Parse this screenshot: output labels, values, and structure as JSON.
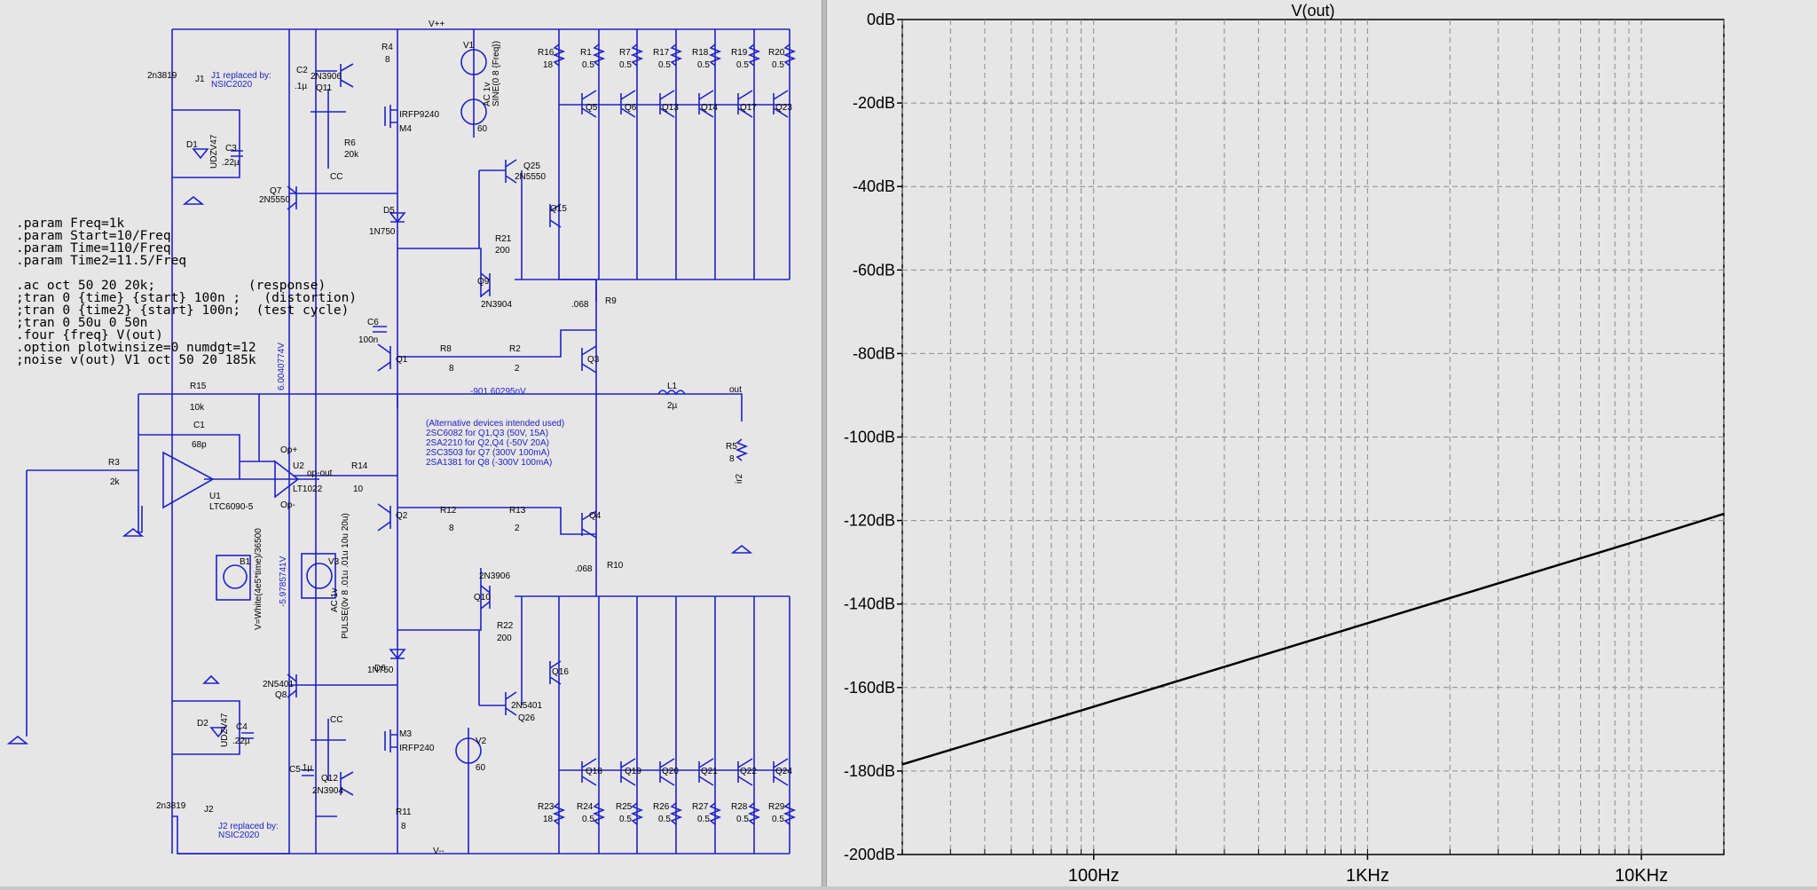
{
  "schematic": {
    "directives": [
      ".param Freq=1k",
      ".param Start=10/Freq",
      ".param Time=110/Freq",
      ".param Time2=11.5/Freq",
      "",
      ".ac oct 50 20 20k;            (response)",
      ";tran 0 {time} {start} 100n ;   (distortion)",
      ";tran 0 {time2} {start} 100n;  (test cycle)",
      ";tran 0 50u 0 50n",
      ".four {freq} V(out)",
      ".option plotwinsize=0 numdgt=12",
      ";noise v(out) V1 oct 50 20 185k"
    ],
    "nets": {
      "vpp": "V++",
      "vmm": "V--",
      "out": "out",
      "opout": "op-out",
      "cc_top": "CC",
      "cc_bot": "CC",
      "op_pos": "Op+",
      "op_neg": "Op-"
    },
    "voltages": {
      "v1": "6.0040774V",
      "v2": "-5.9785741V",
      "v3": "-901.60295nV"
    },
    "alt_note": [
      "(Alternative devices intended used)",
      "2SC6082 for Q1,Q3  (50V,  15A)",
      "2SA2210 for Q2,Q4 (-50V  20A)",
      "2SC3503 for Q7       (300V 100mA)",
      "2SA1381 for Q8      (-300V 100mA)"
    ],
    "j1_note": [
      "J1 replaced by:",
      "NSIC2020"
    ],
    "j2_note": [
      "J2 replaced by:",
      "NSIC2020"
    ],
    "labels": {
      "q_top": [
        "Q5",
        "Q6",
        "Q13",
        "Q14",
        "Q17",
        "Q23"
      ],
      "q_bot": [
        "Q18",
        "Q19",
        "Q20",
        "Q21",
        "Q22",
        "Q24"
      ],
      "r_top": [
        [
          "R16",
          "18"
        ],
        [
          "R1",
          "0.5"
        ],
        [
          "R7",
          "0.5"
        ],
        [
          "R17",
          "0.5"
        ],
        [
          "R18",
          "0.5"
        ],
        [
          "R19",
          "0.5"
        ],
        [
          "R20",
          "0.5"
        ]
      ],
      "r_bot": [
        [
          "R23",
          "18"
        ],
        [
          "R24",
          "0.5"
        ],
        [
          "R25",
          "0.5"
        ],
        [
          "R26",
          "0.5"
        ],
        [
          "R27",
          "0.5"
        ],
        [
          "R28",
          "0.5"
        ],
        [
          "R29",
          "0.5"
        ]
      ],
      "j1": "J1",
      "j1_part": "2n3819",
      "j2": "J2",
      "j2_part": "2n3819",
      "d1": "D1",
      "d1_part": "UDZV47",
      "c3": "C3",
      "c3_val": ".22µ",
      "d2": "D2",
      "d2_part": "UDZV47",
      "c4": "C4",
      "c4_val": ".22µ",
      "c2": "C2",
      "c2_val": ".1µ",
      "q11": "Q11",
      "q11_part": "2N3906",
      "r4": "R4",
      "r4_val": "8",
      "m4": "M4",
      "m4_part": "IRFP9240",
      "r6": "R6",
      "r6_val": "20k",
      "q7": "Q7",
      "q7_part": "2N5550",
      "d5": "D5",
      "d5_part": "1N750",
      "d6": "D6",
      "d6_part": "1N750",
      "v1": "V1",
      "v1_ac": "AC 1v",
      "v1_sine": "SINE(0 8 {Freq})",
      "v_mid": "60",
      "v2": "V2",
      "v2_val": "60",
      "q25": "Q25",
      "q25_part": "2N5550",
      "q15": "Q15",
      "r21": "R21",
      "r21_val": "200",
      "q9": "Q9",
      "q9_part": "2N3904",
      "r9": "R9",
      "r9_val": ".068",
      "r10": "R10",
      "r10_val": ".068",
      "c6": "C6",
      "c6_val": "100n",
      "q1": "Q1",
      "q2": "Q2",
      "q3": "Q3",
      "q4": "Q4",
      "r8": "R8",
      "r8_val": "8",
      "r2": "R2",
      "r2_val": "2",
      "r12": "R12",
      "r12_val": "8",
      "r13": "R13",
      "r13_val": "2",
      "l1": "L1",
      "l1_val": "2µ",
      "r5": "R5",
      "r5_val": "8",
      "r5_extra": "ir2",
      "r15": "R15",
      "r15_val": "10k",
      "c1": "C1",
      "c1_val": "68p",
      "r3": "R3",
      "r3_val": "2k",
      "u1": "U1",
      "u1_part": "LTC6090-5",
      "u2": "U2",
      "u2_part": "LT1022",
      "r14": "R14",
      "r14_val": "10",
      "b1": "B1",
      "b1_expr": "V=White(4e5*time)/36500",
      "v3": "V3",
      "v3_ac": "AC 1v",
      "v3_pulse": "PULSE(0v 8 .01u .01u 10u 20u)",
      "q10": "Q10",
      "q10_part": "2N3906",
      "r22": "R22",
      "r22_val": "200",
      "q16": "Q16",
      "q26": "Q26",
      "q26_part": "2N5401",
      "q8": "Q8",
      "q8_part": "2N5401",
      "m3": "M3",
      "m3_part": "IRFP240",
      "c5": "C5",
      "c5_val": ".1µ",
      "q12": "Q12",
      "q12_part": "2N3904",
      "r11": "R11",
      "r11_val": "8"
    }
  },
  "plot": {
    "title": "V(out)",
    "y_ticks": [
      "0dB",
      "-20dB",
      "-40dB",
      "-60dB",
      "-80dB",
      "-100dB",
      "-120dB",
      "-140dB",
      "-160dB",
      "-180dB",
      "-200dB"
    ],
    "x_ticks": [
      "100Hz",
      "1KHz",
      "10KHz"
    ]
  },
  "chart_data": {
    "type": "line",
    "title": "V(out)",
    "xscale": "log",
    "xlim": [
      20,
      20000
    ],
    "ylim": [
      -200,
      0
    ],
    "x_tick_labels": [
      "100Hz",
      "1KHz",
      "10KHz"
    ],
    "y_tick_labels": [
      "0dB",
      "-20dB",
      "-40dB",
      "-60dB",
      "-80dB",
      "-100dB",
      "-120dB",
      "-140dB",
      "-160dB",
      "-180dB",
      "-200dB"
    ],
    "grid": true,
    "series": [
      {
        "x": [
          20,
          100,
          1000,
          10000,
          20000
        ],
        "values": [
          -178.4,
          -164.6,
          -144.6,
          -124.6,
          -118.4
        ]
      }
    ],
    "colors": {
      "trace": "#000000",
      "grid": "#8a8a8a",
      "background": "#e6e6e6"
    }
  }
}
